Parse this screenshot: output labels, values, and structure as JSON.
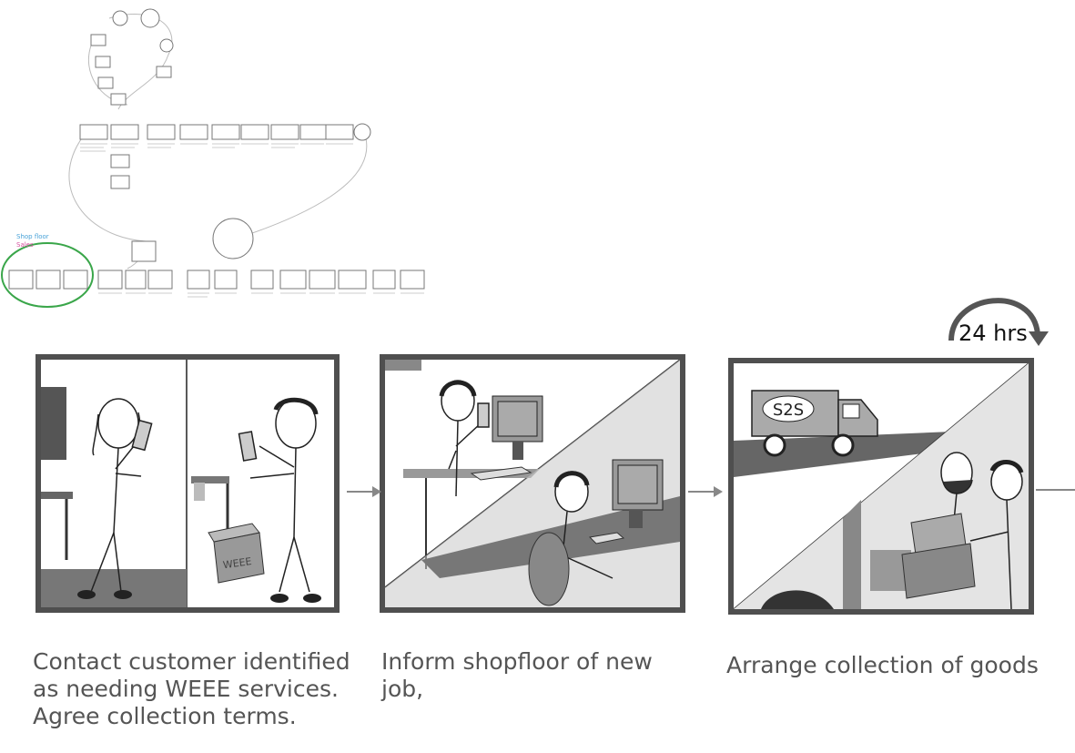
{
  "overview": {
    "legend": [
      {
        "label": "Shop floor",
        "color": "#4aa3d8"
      },
      {
        "label": "Sales",
        "color": "#d64f9e"
      }
    ],
    "highlight_color": "#3aa64a"
  },
  "steps": [
    {
      "caption": "Contact customer identified as needing WEEE services. Agree collection terms.",
      "box_label": "WEEE"
    },
    {
      "caption": "Inform shopfloor of new job,"
    },
    {
      "caption": "Arrange collection of goods",
      "van_label": "S2S"
    }
  ],
  "timer": {
    "label": "24 hrs"
  },
  "colors": {
    "frame": "#4f4f4f",
    "arrow": "#888888",
    "caption": "#555555"
  }
}
